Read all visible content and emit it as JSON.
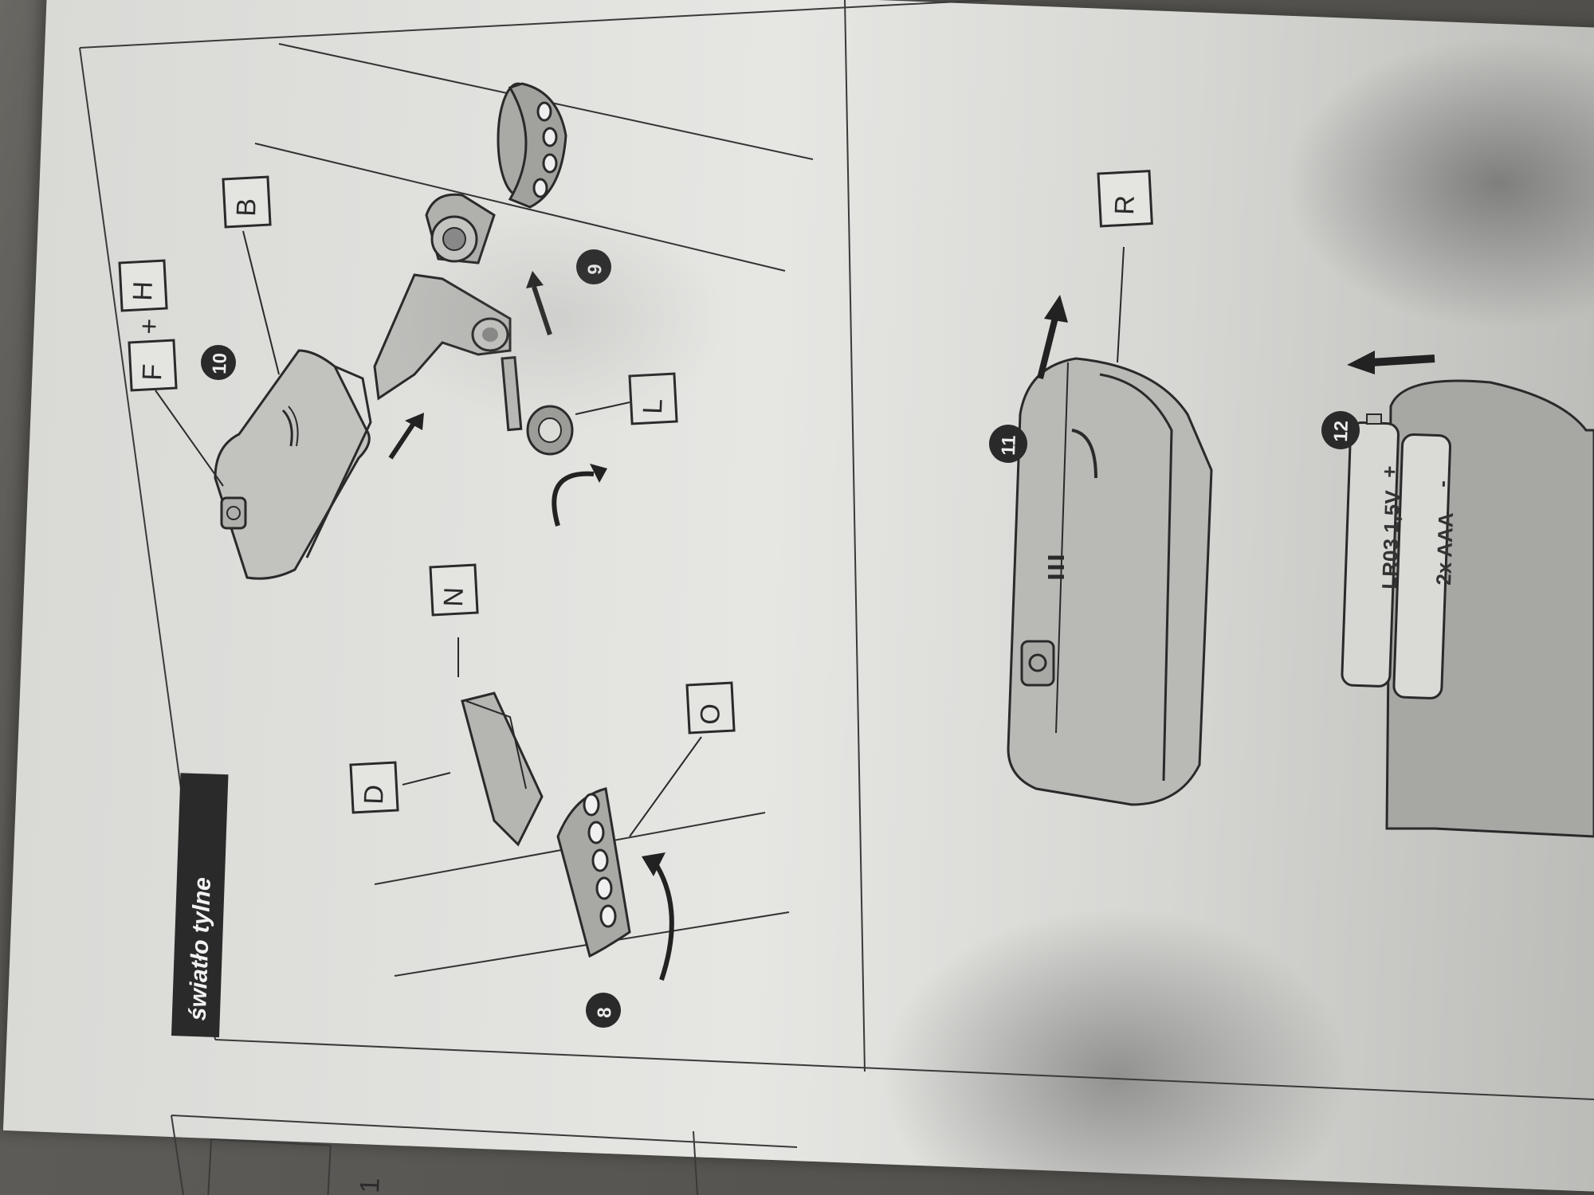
{
  "section_title": "światło tylne",
  "steps": {
    "s8": "8",
    "s9": "9",
    "s10": "10",
    "s11": "11",
    "s12": "12"
  },
  "part_labels": {
    "D": "D",
    "N": "N",
    "O": "O",
    "L": "L",
    "B": "B",
    "F": "F",
    "H": "H",
    "R": "R",
    "plus": "+"
  },
  "battery": {
    "type": "LR03 1,5V",
    "count": "2x AAA",
    "plus_sign": "+",
    "minus_sign": "-"
  },
  "edge_fragment": "1"
}
